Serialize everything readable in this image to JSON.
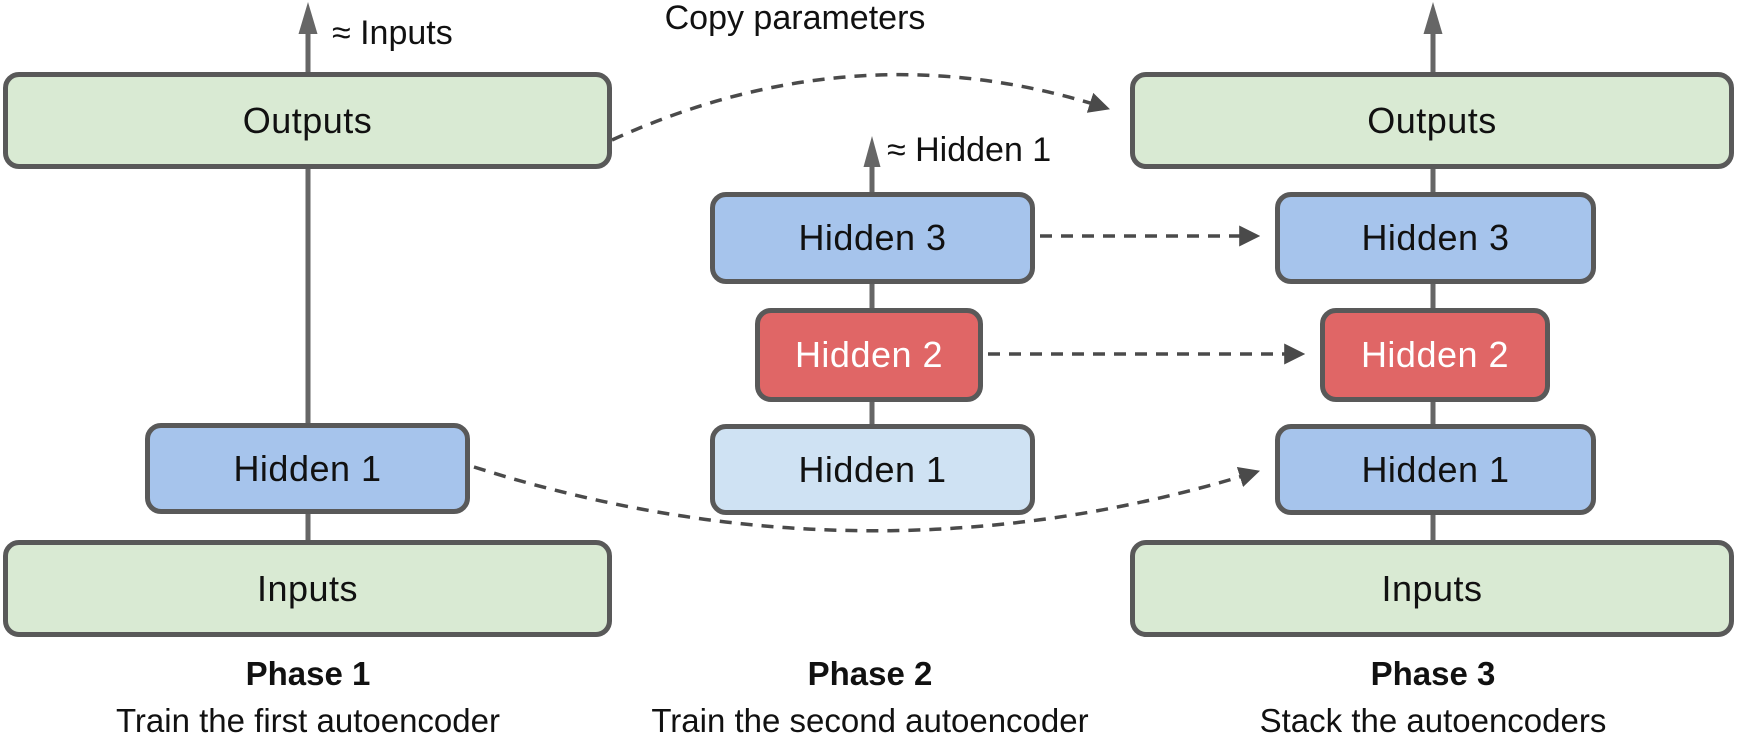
{
  "labels": {
    "copy_parameters": "Copy parameters",
    "approx_inputs": "≈ Inputs",
    "approx_hidden1": "≈ Hidden 1"
  },
  "colors": {
    "green": "#d9ead3",
    "blue": "#a6c4ec",
    "lightblue": "#cfe2f3",
    "red": "#e06666",
    "border": "#595959",
    "line": "#666666",
    "dash": "#4a4a4a",
    "text": "#111111"
  },
  "phases": [
    {
      "name": "Phase 1",
      "caption": "Train the first autoencoder",
      "boxes": [
        {
          "label": "Outputs"
        },
        {
          "label": "Hidden 1"
        },
        {
          "label": "Inputs"
        }
      ]
    },
    {
      "name": "Phase 2",
      "caption": "Train the second autoencoder",
      "boxes": [
        {
          "label": "Hidden 3"
        },
        {
          "label": "Hidden 2"
        },
        {
          "label": "Hidden 1"
        }
      ]
    },
    {
      "name": "Phase 3",
      "caption": "Stack the autoencoders",
      "boxes": [
        {
          "label": "Outputs"
        },
        {
          "label": "Hidden 3"
        },
        {
          "label": "Hidden 2"
        },
        {
          "label": "Hidden 1"
        },
        {
          "label": "Inputs"
        }
      ]
    }
  ]
}
